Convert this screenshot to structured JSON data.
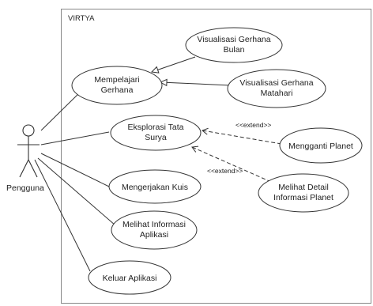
{
  "system": {
    "name": "VIRTYA"
  },
  "actor": {
    "name": "Pengguna"
  },
  "use_cases": {
    "mempelajari_gerhana": {
      "lines": [
        "Mempelajari",
        "Gerhana"
      ]
    },
    "visualisasi_bulan": {
      "lines": [
        "Visualisasi Gerhana",
        "Bulan"
      ]
    },
    "visualisasi_matahari": {
      "lines": [
        "Visualisasi Gerhana",
        "Matahari"
      ]
    },
    "eksplorasi_tata_surya": {
      "lines": [
        "Eksplorasi Tata",
        "Surya"
      ]
    },
    "mengganti_planet": {
      "lines": [
        "Mengganti Planet"
      ]
    },
    "melihat_detail_planet": {
      "lines": [
        "Melihat Detail",
        "Informasi Planet"
      ]
    },
    "mengerjakan_kuis": {
      "lines": [
        "Mengerjakan Kuis"
      ]
    },
    "melihat_informasi_aplikasi": {
      "lines": [
        "Melihat Informasi",
        "Aplikasi"
      ]
    },
    "keluar_aplikasi": {
      "lines": [
        "Keluar Aplikasi"
      ]
    }
  },
  "relations": {
    "extend_label_1": "<<extend>>",
    "extend_label_2": "<<extend>>"
  },
  "colors": {
    "stroke": "#333333",
    "text": "#222222",
    "background": "#ffffff"
  }
}
